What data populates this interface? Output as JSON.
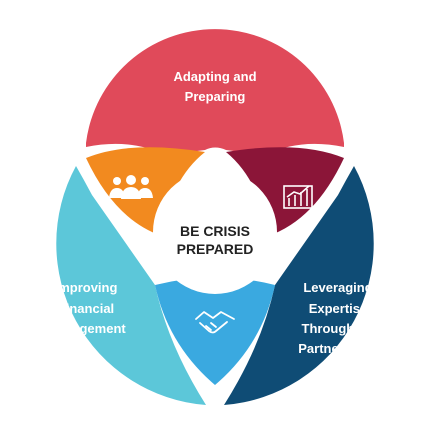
{
  "center": {
    "line1": "BE CRISIS",
    "line2": "PREPARED"
  },
  "segments": {
    "top": {
      "line1": "Adapting and",
      "line2": "Preparing"
    },
    "left": {
      "line1": "Improving",
      "line2": "Financial",
      "line3": "Management"
    },
    "right": {
      "line1": "Leveraging",
      "line2": "Expertise",
      "line3": "Through AV",
      "line4": "Partnerships"
    }
  },
  "icons": {
    "people": "people-group-icon",
    "chart": "bar-chart-icon",
    "handshake": "handshake-icon"
  },
  "colors": {
    "top": "#e04a5a",
    "left": "#5cc7d9",
    "right": "#0f4c75",
    "orange": "#f28a1f",
    "maroon": "#8b1538",
    "blue": "#3aa9e0",
    "center": "#ffffff"
  }
}
